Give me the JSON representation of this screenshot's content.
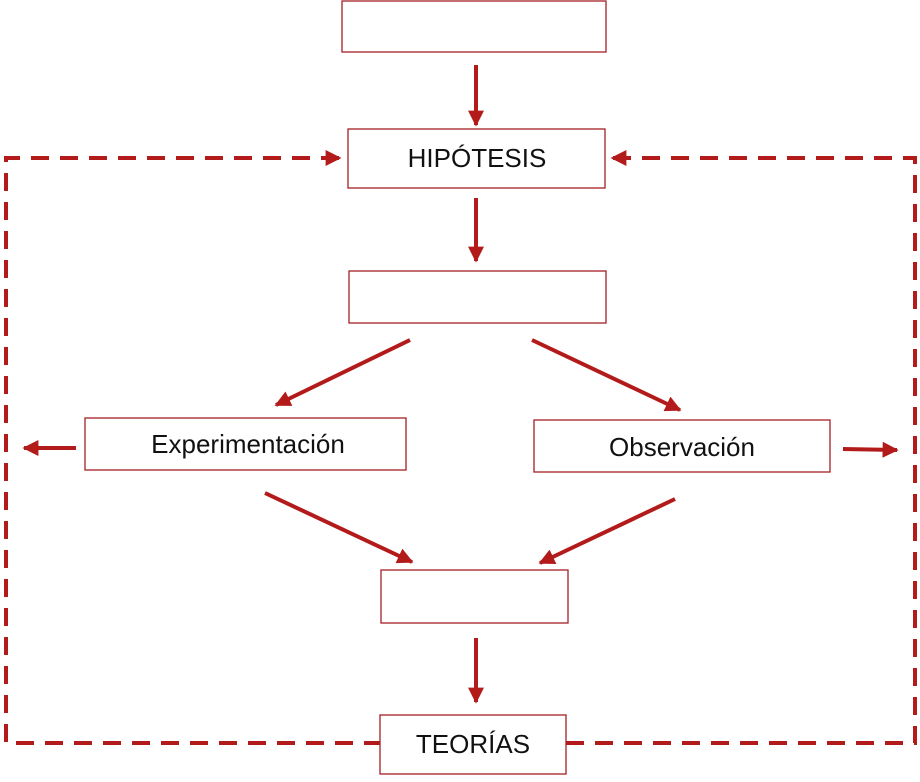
{
  "diagram": {
    "accent_color": "#b31b1b",
    "border_color": "#a52126",
    "nodes": {
      "top_empty": "",
      "hipotesis": "HIPÓTESIS",
      "middle_empty": "",
      "experimentacion": "Experimentación",
      "observacion": "Observación",
      "lower_empty": "",
      "teorias": "TEORÍAS"
    }
  }
}
